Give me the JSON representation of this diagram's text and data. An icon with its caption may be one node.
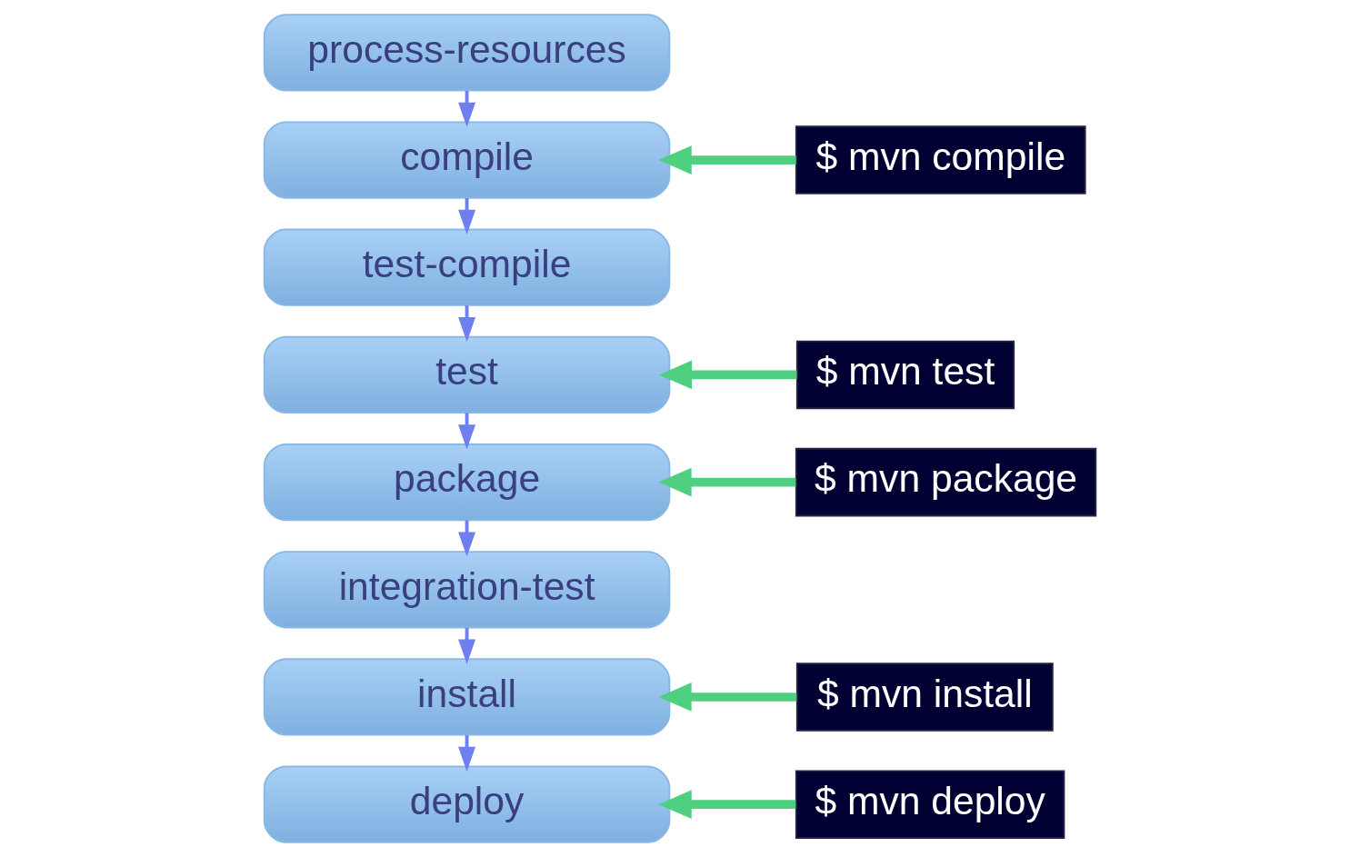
{
  "diagram": {
    "nodes": [
      {
        "text": [
          "process-resources"
        ]
      },
      {
        "text": [
          "compile"
        ]
      },
      {
        "text": [
          "test-compile"
        ]
      },
      {
        "text": [
          "test"
        ]
      },
      {
        "text": [
          "package"
        ]
      },
      {
        "text": [
          "integration-test"
        ]
      },
      {
        "text": [
          "install"
        ]
      },
      {
        "text": [
          "deploy"
        ]
      },
      {
        "text": [
          "$ mvn compile"
        ]
      },
      {
        "text": [
          "$ mvn test"
        ]
      },
      {
        "text": [
          "$ mvn package"
        ]
      },
      {
        "text": [
          "$ mvn install"
        ]
      },
      {
        "text": [
          "$ mvn deploy"
        ]
      }
    ],
    "edges": [
      {
        "from": 0,
        "to": 1,
        "arrow": "to"
      },
      {
        "from": 1,
        "to": 2,
        "arrow": "to"
      },
      {
        "from": 2,
        "to": 3,
        "arrow": "to"
      },
      {
        "from": 3,
        "to": 4,
        "arrow": "to"
      },
      {
        "from": 4,
        "to": 5,
        "arrow": "to"
      },
      {
        "from": 5,
        "to": 6,
        "arrow": "to"
      },
      {
        "from": 6,
        "to": 7,
        "arrow": "to"
      },
      {
        "from": 8,
        "to": 1,
        "arrow": "to",
        "color": "#4fd080",
        "style": "thick"
      },
      {
        "from": 9,
        "to": 3,
        "arrow": "to",
        "color": "#4fd080",
        "style": "thick"
      },
      {
        "from": 10,
        "to": 4,
        "arrow": "to",
        "color": "#4fd080",
        "style": "thick"
      },
      {
        "from": 11,
        "to": 6,
        "arrow": "to",
        "color": "#4fd080",
        "style": "thick"
      },
      {
        "from": 12,
        "to": 7,
        "arrow": "to",
        "color": "#4fd080",
        "style": "thick"
      }
    ]
  }
}
